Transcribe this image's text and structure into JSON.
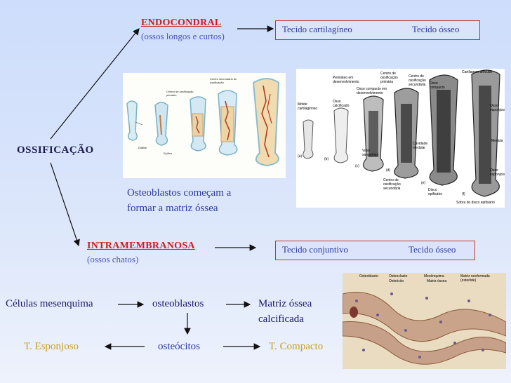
{
  "main_title": "OSSIFICAÇÃO",
  "endo": {
    "title": "ENDOCONDRAL",
    "subtitle": "(ossos longos e curtos)",
    "box_from": "Tecido cartilagíneo",
    "box_to": "Tecido ósseo"
  },
  "intra": {
    "title": "INTRAMEMBRANOSA",
    "subtitle": "(ossos chatos)",
    "box_from": "Tecido conjuntivo",
    "box_to": "Tecido ósseo"
  },
  "osteoblast_note_line1": "Osteoblastos começam a",
  "osteoblast_note_line2": "formar a matriz óssea",
  "figure_left": {
    "labels": {
      "centro_secundario": "Centro secundário de ossificação",
      "centro_primario": "Centro de ossificação primário",
      "diafise": "Diáfise",
      "epifise": "Epífise"
    }
  },
  "figure_right": {
    "labels": {
      "molde": "Molde cartilaginoso",
      "periosteo": "Periósteo em desenvolvimento",
      "osso_calcificado": "Osso calcificado",
      "osso_compacto_dev": "Osso compacto em desenvolvimento",
      "centro_primario": "Centro de ossificação primária",
      "centro_secundario": "Centro de ossificação secundária",
      "osso_compacto": "Osso compacto",
      "cartilagem_articular": "Cartilagem articular",
      "osso_esponjoso": "Osso esponjoso",
      "vaso": "Vaso sanguíneo",
      "cavidade": "Cavidade medular",
      "medula": "Medula",
      "centro_sec_2": "Centro de ossificação secundária",
      "disco": "Disco epifisário",
      "sobra": "Sobra do disco epifisário",
      "osso_esp_2": "Osso esponjoso",
      "panel_a": "(a)",
      "panel_b": "(b)",
      "panel_c": "(c)",
      "panel_d": "(d)",
      "panel_e": "(e)",
      "panel_f": "(f)"
    }
  },
  "figure_histo": {
    "labels": {
      "osteoblasto": "Osteoblasto",
      "osteoclasto": "Osteoclasto",
      "mesenquima": "Mesênquima",
      "matriz_ossea": "Matriz óssea",
      "osteocito": "Osteócito",
      "matriz_neoformada": "Matriz neoformada (osteóide)"
    }
  },
  "flow": {
    "celulas": "Células mesenquima",
    "osteoblastos": "osteoblastos",
    "matriz_line1": "Matriz óssea",
    "matriz_line2": "calcificada",
    "esponjoso": "T. Esponjoso",
    "osteocitos": "osteócitos",
    "compacto": "T. Compacto"
  },
  "colors": {
    "background": "#d7e3fb",
    "text": "#1a1a66",
    "accent_red": "#d11a1a",
    "box_border": "#c0392b",
    "gold": "#c9a21e"
  }
}
